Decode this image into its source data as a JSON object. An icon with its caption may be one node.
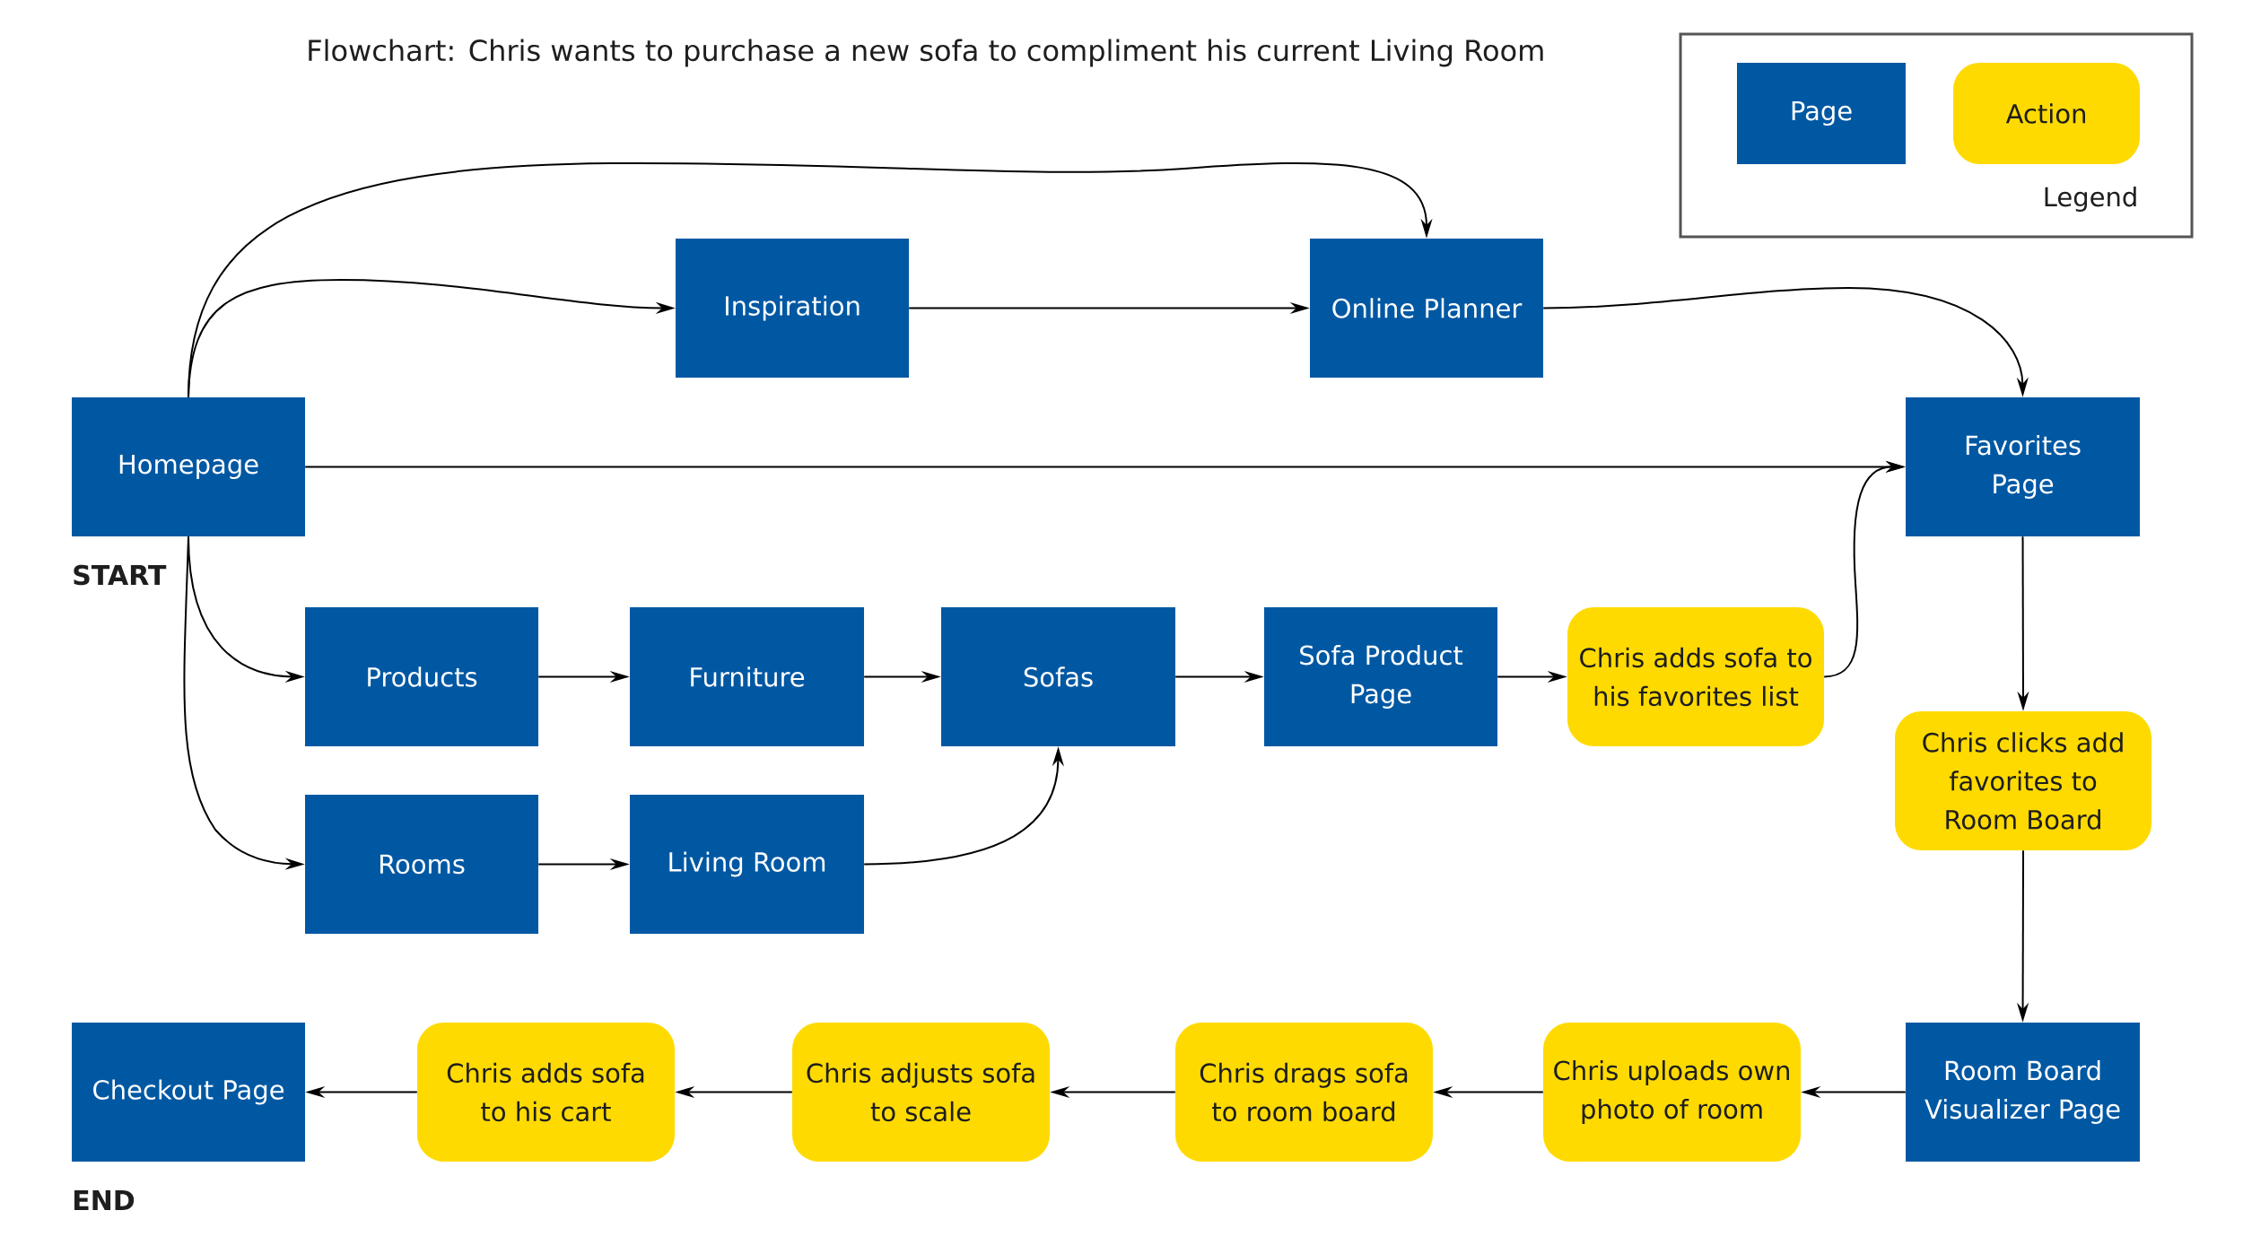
{
  "diagram": {
    "title": "Flowchart: Chris wants to purchase a new sofa to compliment his current Living Room",
    "nodes": [
      {
        "text": [
          "Inspiration"
        ]
      },
      {
        "text": [
          "Online Planner"
        ]
      },
      {
        "text": [
          "Homepage"
        ],
        "beside": [
          "START"
        ]
      },
      {
        "text": [
          "Favorites Page"
        ]
      },
      {
        "text": [
          "Products"
        ]
      },
      {
        "text": [
          "Furniture"
        ]
      },
      {
        "text": [
          "Sofas"
        ]
      },
      {
        "text": [
          "Sofa Product Page"
        ]
      },
      {
        "text": [
          "Chris adds sofa to his favorites list"
        ]
      },
      {
        "text": [
          "Chris clicks add favorites to Room Board"
        ]
      },
      {
        "text": [
          "Rooms"
        ]
      },
      {
        "text": [
          "Living Room"
        ]
      },
      {
        "text": [
          "Checkout Page"
        ],
        "beside": [
          "END"
        ]
      },
      {
        "text": [
          "Chris adds sofa to his cart"
        ]
      },
      {
        "text": [
          "Chris adjusts sofa to scale"
        ]
      },
      {
        "text": [
          "Chris drags sofa to room board"
        ]
      },
      {
        "text": [
          "Chris uploads own photo of room"
        ]
      },
      {
        "text": [
          "Room Board Visualizer Page"
        ]
      }
    ],
    "edges": [
      {
        "from": 2,
        "to": 1,
        "arrow": "to"
      },
      {
        "from": 2,
        "to": 0,
        "arrow": "to"
      },
      {
        "from": 0,
        "to": 1,
        "arrow": "to"
      },
      {
        "from": 1,
        "to": 3,
        "arrow": "to"
      },
      {
        "from": 2,
        "to": 3,
        "arrow": "to"
      },
      {
        "from": 2,
        "to": 4,
        "arrow": "to"
      },
      {
        "from": 2,
        "to": 10,
        "arrow": "to"
      },
      {
        "from": 4,
        "to": 5,
        "arrow": "to"
      },
      {
        "from": 5,
        "to": 6,
        "arrow": "to"
      },
      {
        "from": 6,
        "to": 7,
        "arrow": "to"
      },
      {
        "from": 7,
        "to": 8,
        "arrow": "to"
      },
      {
        "from": 8,
        "to": 3,
        "arrow": "to"
      },
      {
        "from": 10,
        "to": 11,
        "arrow": "to"
      },
      {
        "from": 11,
        "to": 6,
        "arrow": "to"
      },
      {
        "from": 3,
        "to": 9,
        "arrow": "to"
      },
      {
        "from": 9,
        "to": 17,
        "arrow": "to"
      },
      {
        "from": 17,
        "to": 16,
        "arrow": "to"
      },
      {
        "from": 16,
        "to": 15,
        "arrow": "to"
      },
      {
        "from": 15,
        "to": 14,
        "arrow": "to"
      },
      {
        "from": 14,
        "to": 13,
        "arrow": "to"
      },
      {
        "from": 13,
        "to": 12,
        "arrow": "to"
      }
    ],
    "labels": [
      "Legend"
    ],
    "legend": [
      {
        "text": "Page",
        "color": "#0058a3"
      },
      {
        "text": "Action",
        "color": "#ffda00"
      }
    ]
  }
}
